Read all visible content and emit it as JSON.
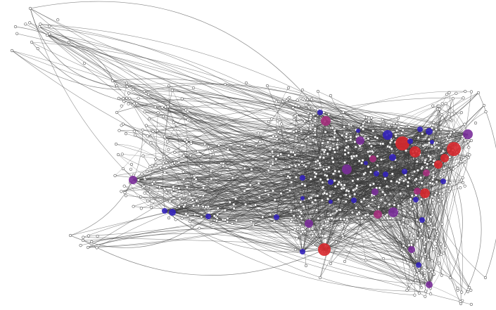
{
  "diagram": {
    "type": "network-graph",
    "colors": {
      "background": "#ffffff",
      "edge": "#3a3a3a",
      "node_minor_fill": "#ffffff",
      "node_minor_stroke": "#555555",
      "hub_blue": "#3322bb",
      "hub_violet": "#7a2e9a",
      "hub_magenta": "#a52d7c",
      "hub_red": "#d8282d"
    },
    "node_categories": [
      "minor",
      "blue",
      "violet",
      "magenta",
      "red"
    ]
  }
}
